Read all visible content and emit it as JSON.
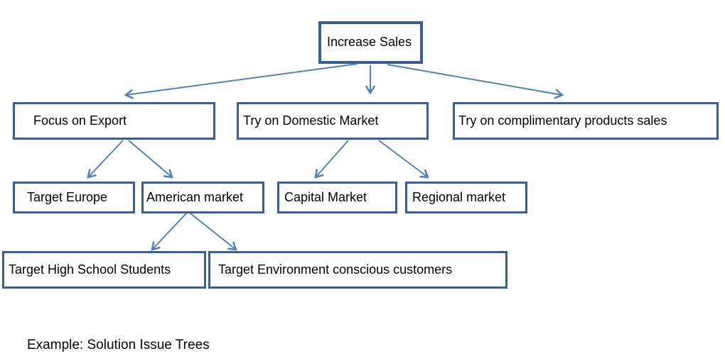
{
  "diagram": {
    "caption": "Example: Solution Issue Trees",
    "colors": {
      "box_border": "#376092",
      "arrow": "#4F81BD",
      "text": "#000000",
      "background": "#ffffff"
    },
    "nodes": [
      {
        "id": "increase-sales",
        "label": "Increase Sales",
        "level": 0
      },
      {
        "id": "focus-on-export",
        "label": "Focus on Export",
        "level": 1
      },
      {
        "id": "try-on-domestic-market",
        "label": "Try on Domestic Market",
        "level": 1
      },
      {
        "id": "try-on-complimentary-products-sales",
        "label": "Try on complimentary products sales",
        "level": 1
      },
      {
        "id": "target-europe",
        "label": "Target Europe",
        "level": 2
      },
      {
        "id": "american-market",
        "label": "American market",
        "level": 2
      },
      {
        "id": "capital-market",
        "label": "Capital Market",
        "level": 2
      },
      {
        "id": "regional-market",
        "label": "Regional market",
        "level": 2
      },
      {
        "id": "target-high-school-students",
        "label": "Target High School Students",
        "level": 3
      },
      {
        "id": "target-environment-conscious-customers",
        "label": "Target Environment conscious customers",
        "level": 3
      }
    ],
    "edges": [
      {
        "from": "increase-sales",
        "to": "focus-on-export"
      },
      {
        "from": "increase-sales",
        "to": "try-on-domestic-market"
      },
      {
        "from": "increase-sales",
        "to": "try-on-complimentary-products-sales"
      },
      {
        "from": "focus-on-export",
        "to": "target-europe"
      },
      {
        "from": "focus-on-export",
        "to": "american-market"
      },
      {
        "from": "try-on-domestic-market",
        "to": "capital-market"
      },
      {
        "from": "try-on-domestic-market",
        "to": "regional-market"
      },
      {
        "from": "american-market",
        "to": "target-high-school-students"
      },
      {
        "from": "american-market",
        "to": "target-environment-conscious-customers"
      }
    ]
  }
}
